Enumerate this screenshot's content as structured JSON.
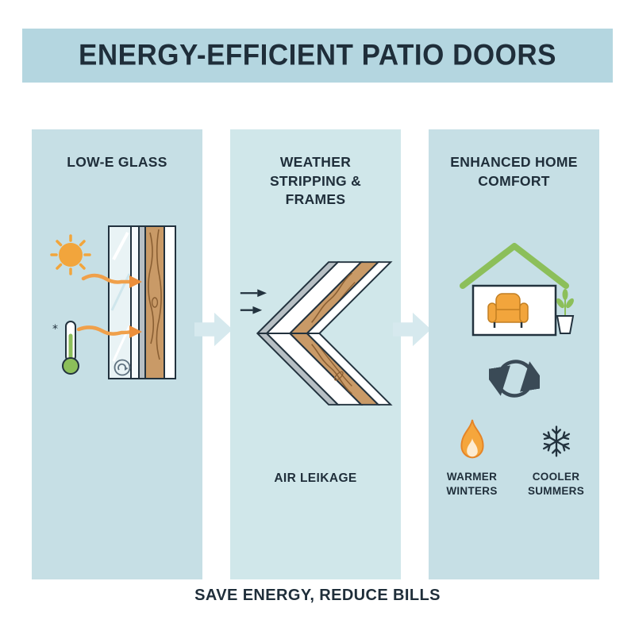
{
  "header": {
    "title": "ENERGY-EFFICIENT PATIO DOORS"
  },
  "panels": {
    "low_e": {
      "title": "LOW-E GLASS"
    },
    "weather": {
      "title": "WEATHER STRIPPING & FRAMES",
      "caption": "AIR LEIKAGE"
    },
    "comfort": {
      "title": "ENHANCED HOME COMFORT",
      "benefits": {
        "warm": {
          "label": "WARMER WINTERS"
        },
        "cool": {
          "label": "COOLER SUMMERS"
        }
      }
    }
  },
  "footer": {
    "caption": "SAVE ENERGY, REDUCE BILLS"
  },
  "icons": {
    "sun-icon": "orange sun with rays",
    "heat-arrow-icon": "orange wavy heat arrows passing through glazing",
    "thermometer-icon": "thermometer with green bulb",
    "low-e-coating-icon": "small circular-arrow mark on glass",
    "glass-pane-icon": "tinted double glazing panes",
    "wood-frame-icon": "wood plank cross-section with grain",
    "air-arrows-icon": "small arrows pointing at frame joint",
    "frame-corner-icon": "mitered door frame corner with weather strip",
    "house-icon": "house outline with green roof",
    "armchair-icon": "orange armchair",
    "plant-icon": "potted plant",
    "cycle-icon": "circular recycle arrows",
    "flame-icon": "flame",
    "snowflake-icon": "snowflake",
    "flow-arrow-icon": "pale blue right-pointing block arrow between panels"
  },
  "colors": {
    "banner_bg": "#b4d6e0",
    "panel_bg": "#c6dfe5",
    "panel_mid_bg": "#d0e7ea",
    "flow_arrow": "#d6e9ee",
    "ink": "#1f2e3a",
    "orange": "#f2a53c",
    "green": "#8cbf5a",
    "wood": "#c99a67",
    "wood_grain": "#8a5f33",
    "weather_strip_gray": "#b7bfc4",
    "white": "#ffffff"
  }
}
